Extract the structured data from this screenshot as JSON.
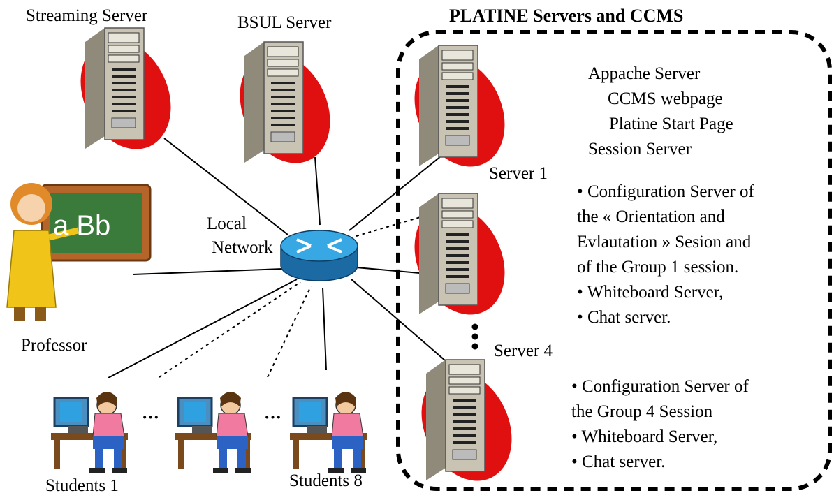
{
  "title": "PLATINE Servers and CCMS",
  "labels": {
    "streaming_server": "Streaming Server",
    "bsul_server": "BSUL Server",
    "local_network_line1": "Local",
    "local_network_line2": "Network",
    "professor": "Professor",
    "server_1": "Server 1",
    "server_4": "Server 4",
    "students_1": "Students 1",
    "students_8": "Students 8",
    "board_text": "a Bb",
    "ellipsis_1": "···",
    "ellipsis_2": "···"
  },
  "server1_info": {
    "line1": "Appache Server",
    "line2": "CCMS webpage",
    "line3": "Platine Start Page",
    "line4": "Session Server"
  },
  "server1_bullets": {
    "line1": "• Configuration Server of",
    "line2": "the « Orientation and",
    "line3": "Evlautation » Sesion  and",
    "line4": "of the Group 1 session.",
    "line5": "• Whiteboard Server,",
    "line6": "• Chat server."
  },
  "server4_bullets": {
    "line1": "• Configuration Server of",
    "line2": "the Group 4 Session",
    "line3": "• Whiteboard Server,",
    "line4": "• Chat server."
  },
  "colors": {
    "server_blob": "#e01010",
    "server_case": "#c8c3b3",
    "router_blue": "#1c78b8",
    "chalkboard": "#3a7a3a",
    "board_frame": "#b5642a"
  }
}
